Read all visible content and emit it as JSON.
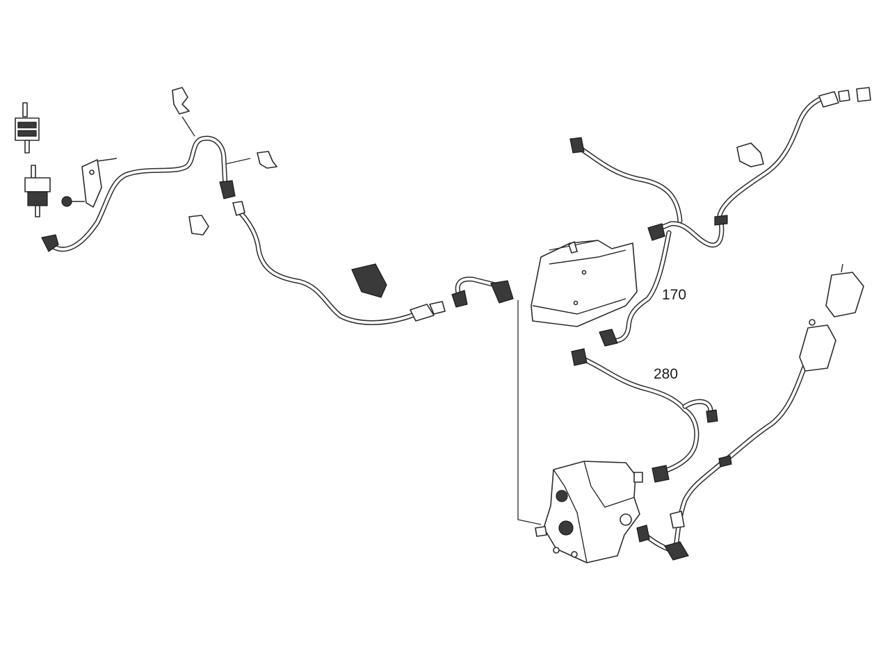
{
  "diagram": {
    "callouts": [
      {
        "id": "170",
        "label": "170"
      },
      {
        "id": "280",
        "label": "280"
      }
    ]
  }
}
